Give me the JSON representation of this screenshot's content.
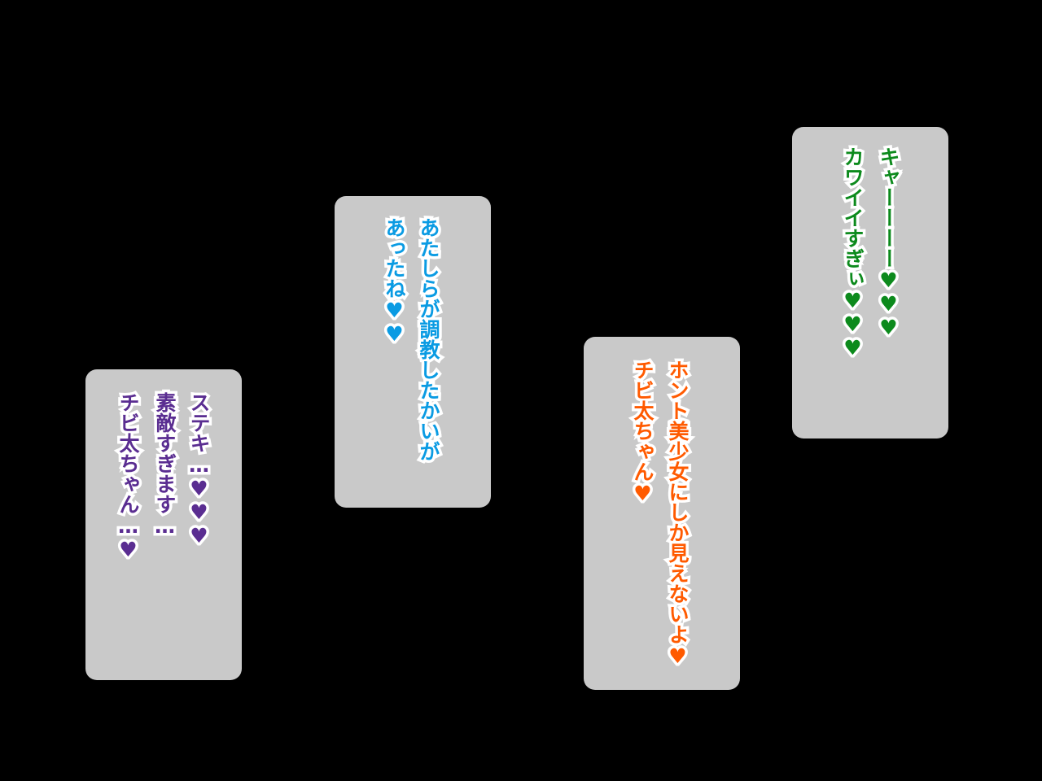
{
  "bubbles": [
    {
      "color": "#5a2d91",
      "lines": [
        "ステキ…♥♥♥",
        "素敵すぎます…",
        "チビ太ちゃん…♥"
      ]
    },
    {
      "color": "#0a9be3",
      "lines": [
        "あたしらが調教したかいが",
        "あったね♥♥"
      ]
    },
    {
      "color": "#ff5a00",
      "lines": [
        "ホント美少女にしか見えないよ♥",
        "チビ太ちゃん♥"
      ]
    },
    {
      "color": "#0c8a1c",
      "lines": [
        "キャーーーー♥♥♥",
        "カワイイすぎぃ♥♥♥"
      ]
    }
  ]
}
